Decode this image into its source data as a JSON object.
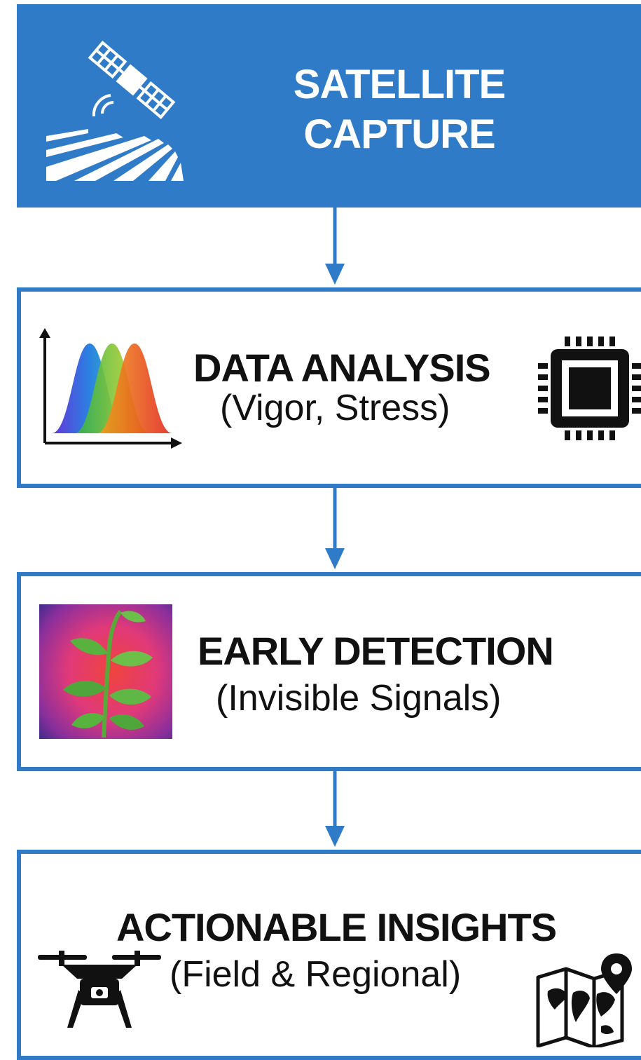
{
  "colors": {
    "accent": "#2f7bc8",
    "text": "#111111",
    "on_accent": "#ffffff"
  },
  "steps": [
    {
      "title": "SATELLITE CAPTURE",
      "subtitle": "",
      "icons": [
        "satellite-icon",
        "farm-field-icon"
      ]
    },
    {
      "title": "DATA ANALYSIS",
      "subtitle": "(Vigor, Stress)",
      "icons": [
        "spectral-chart-icon",
        "processor-chip-icon"
      ]
    },
    {
      "title": "EARLY DETECTION",
      "subtitle": "(Invisible Signals)",
      "icons": [
        "plant-thermal-image"
      ]
    },
    {
      "title": "ACTIONABLE INSIGHTS",
      "subtitle": "(Field & Regional)",
      "icons": [
        "drone-icon",
        "map-pin-icon"
      ]
    }
  ]
}
